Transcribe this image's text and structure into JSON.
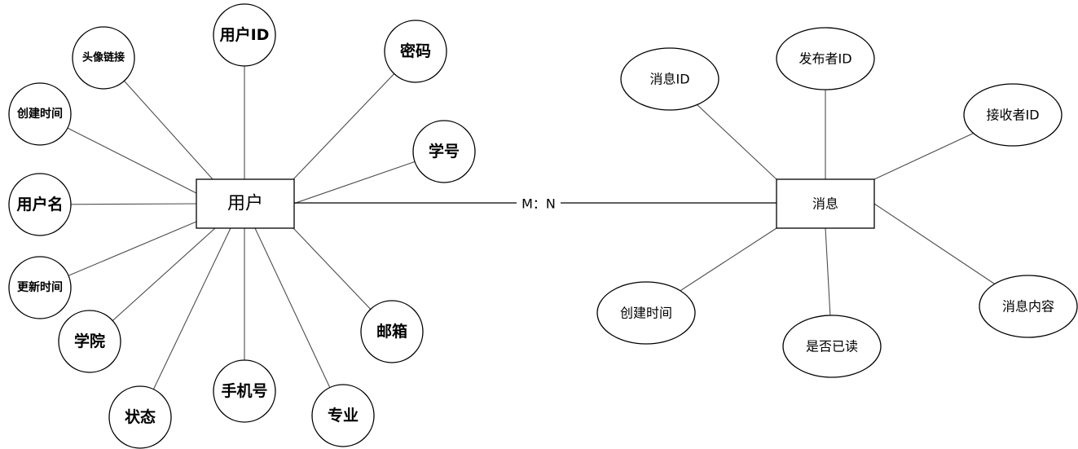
{
  "user_entity": {
    "name": "用户",
    "attributes": [
      {
        "id": "user-id",
        "label": "用户ID"
      },
      {
        "id": "password",
        "label": "密码"
      },
      {
        "id": "student-no",
        "label": "学号"
      },
      {
        "id": "email",
        "label": "邮箱"
      },
      {
        "id": "major",
        "label": "专业"
      },
      {
        "id": "phone",
        "label": "手机号"
      },
      {
        "id": "status",
        "label": "状态"
      },
      {
        "id": "college",
        "label": "学院"
      },
      {
        "id": "updated-at",
        "label": "更新时间"
      },
      {
        "id": "username",
        "label": "用户名"
      },
      {
        "id": "created-at",
        "label": "创建时间"
      },
      {
        "id": "avatar-url",
        "label": "头像链接"
      }
    ]
  },
  "message_entity": {
    "name": "消息",
    "attributes": [
      {
        "id": "message-id",
        "label": "消息ID"
      },
      {
        "id": "sender-id",
        "label": "发布者ID"
      },
      {
        "id": "receiver-id",
        "label": "接收者ID"
      },
      {
        "id": "message-content",
        "label": "消息内容"
      },
      {
        "id": "is-read",
        "label": "是否已读"
      },
      {
        "id": "created-at",
        "label": "创建时间"
      }
    ]
  },
  "relationship": {
    "label": "M：N"
  }
}
